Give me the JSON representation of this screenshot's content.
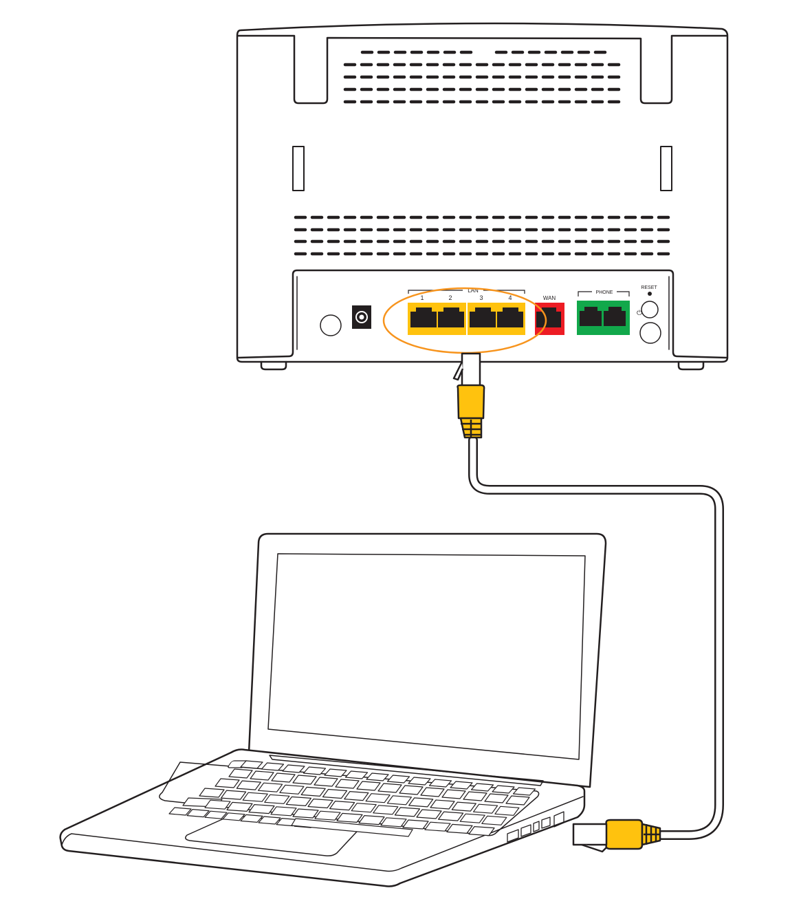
{
  "diagram": {
    "description": "Connect a laptop to router LAN port with an Ethernet cable",
    "router": {
      "lan_group_label": "LAN",
      "lan_ports": [
        "1",
        "2",
        "3",
        "4"
      ],
      "wan_label": "WAN",
      "phone_label": "PHONE",
      "reset_label": "RESET",
      "power_symbol": "⏻"
    },
    "colors": {
      "lan": "#ffc20e",
      "wan": "#ed1c24",
      "phone": "#12a84b",
      "highlight": "#f7941d",
      "cable_plug": "#ffc20e",
      "outline": "#231f20"
    }
  }
}
